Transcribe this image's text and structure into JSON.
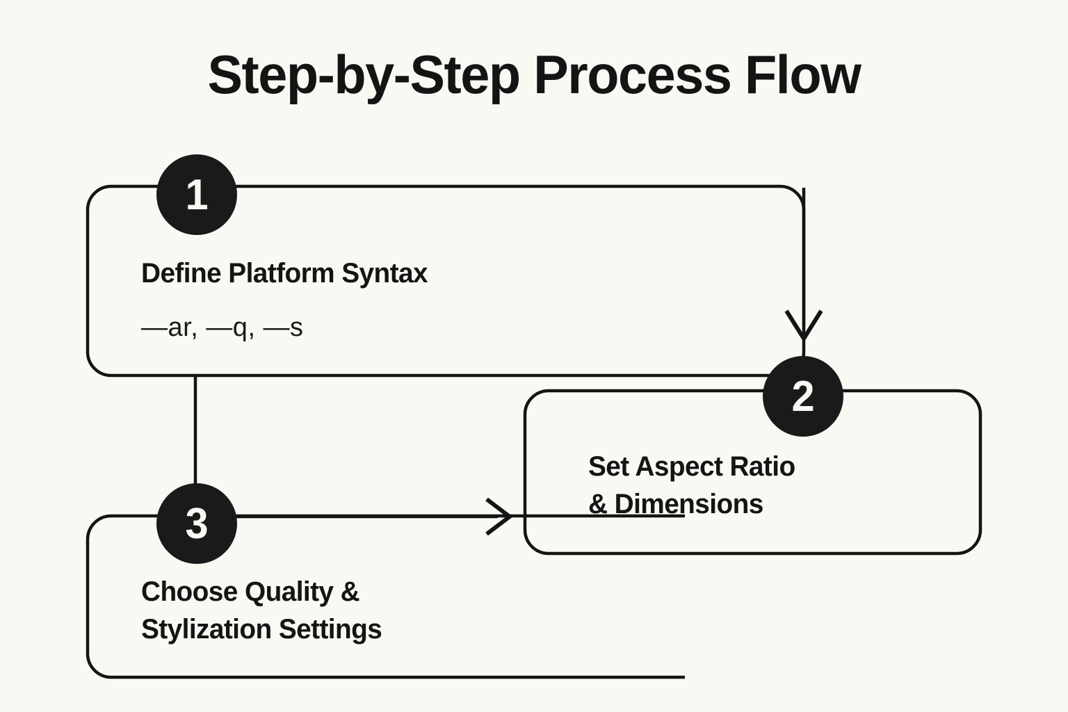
{
  "title": "Step-by-Step Process Flow",
  "colors": {
    "background": "#FAF8F3",
    "ink": "#141414",
    "badge_fill": "#1A1A1A",
    "badge_text": "#FAF8F3",
    "stroke": "#141414"
  },
  "steps": [
    {
      "number": "1",
      "heading": "Define Platform Syntax",
      "subtitle": "—ar,  —q,  —s"
    },
    {
      "number": "2",
      "heading": "Set Aspect Ratio\n& Dimensions",
      "subtitle": ""
    },
    {
      "number": "3",
      "heading": "Choose Quality &\nStylization Settings",
      "subtitle": ""
    }
  ],
  "connectors": [
    {
      "name": "step1-to-step2",
      "from": "1",
      "to": "2",
      "arrow": "down"
    },
    {
      "name": "step1-to-step3",
      "from": "1",
      "to": "3",
      "arrow": "none"
    },
    {
      "name": "step3-to-step2",
      "from": "3",
      "to": "2",
      "arrow": "right"
    }
  ]
}
